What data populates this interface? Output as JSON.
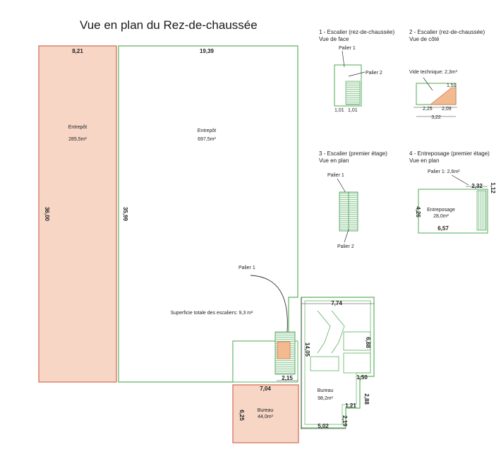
{
  "title": "Vue en plan du Rez-de-chaussée",
  "main_plan": {
    "entrepot_left": {
      "name": "Entrepôt",
      "area": "285,5m²",
      "width": "8,21",
      "length": "36,00"
    },
    "entrepot_main": {
      "name": "Entrepôt",
      "area": "697,5m²",
      "width": "19,39",
      "length": "35,99"
    },
    "palier": "Palier 1",
    "stairs_total": "Superficie totale des escaliers: 9,3 m²",
    "bureau_small": {
      "name": "Bureau",
      "area": "44,0m²",
      "width": "7,04",
      "height": "6,25"
    },
    "bureau_large": {
      "name": "Bureau",
      "area": "98,2m²"
    },
    "dims": {
      "top": "7,74",
      "right": "6,88",
      "left": "14,05",
      "stair": "2,15",
      "d150": "1,50",
      "d288": "2,88",
      "d121": "1,21",
      "d219": "2,19",
      "d502": "5,02"
    }
  },
  "detail1": {
    "title": "1 - Escalier (rez-de-chaussée)",
    "subtitle": "Vue de face",
    "palier1": "Palier 1",
    "palier2": "Palier 2",
    "dim_a": "1,01",
    "dim_b": "1,01"
  },
  "detail2": {
    "title": "2 - Escalier (rez-de-chaussée)",
    "subtitle": "Vue de côté",
    "vide": "Vide technique: 2,3m³",
    "h": "1,51",
    "d1": "2,25",
    "d2": "2,09",
    "total": "3,22"
  },
  "detail3": {
    "title": "3 - Escalier (premier étage)",
    "subtitle": "Vue en plan",
    "palier1": "Palier 1",
    "palier2": "Palier 2"
  },
  "detail4": {
    "title": "4 - Entreposage (premier étage)",
    "subtitle": "Vue en plan",
    "palier": "Palier 1: 2,6m²",
    "name": "Entreposage",
    "area": "28,0m²",
    "w": "6,57",
    "h": "4,26",
    "d1": "2,32",
    "d2": "1,12"
  }
}
